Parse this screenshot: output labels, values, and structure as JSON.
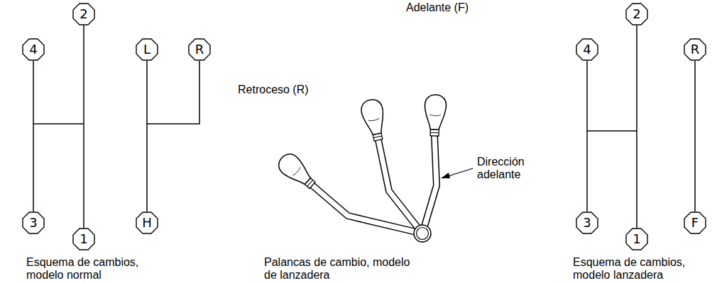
{
  "diagram": {
    "nodes": [
      {
        "text": [
          "4"
        ]
      },
      {
        "text": [
          "2"
        ]
      },
      {
        "text": [
          "L"
        ]
      },
      {
        "text": [
          "R"
        ]
      },
      {
        "text": [
          "3"
        ]
      },
      {
        "text": [
          "1"
        ]
      },
      {
        "text": [
          "H"
        ]
      },
      {
        "text": [
          "4"
        ]
      },
      {
        "text": [
          "2"
        ]
      },
      {
        "text": [
          "R"
        ]
      },
      {
        "text": [
          "3"
        ]
      },
      {
        "text": [
          "1"
        ]
      },
      {
        "text": [
          "F"
        ]
      }
    ],
    "edges": [
      {
        "from": 0,
        "to": 4,
        "arrow": "none"
      },
      {
        "from": 1,
        "to": 5,
        "arrow": "none"
      },
      {
        "from": 2,
        "to": 6,
        "arrow": "none"
      },
      {
        "from": 7,
        "to": 10,
        "arrow": "none"
      },
      {
        "from": 8,
        "to": 11,
        "arrow": "none"
      },
      {
        "from": 9,
        "to": 12,
        "arrow": "none"
      }
    ],
    "labels": [
      "Retroceso (R)",
      "Adelante (F)",
      "Dirección adelante",
      "Esquema de cambios, modelo normal",
      "Palancas de cambio, modelo de lanzadera",
      "Esquema de cambios, modelo lanzadera"
    ]
  }
}
